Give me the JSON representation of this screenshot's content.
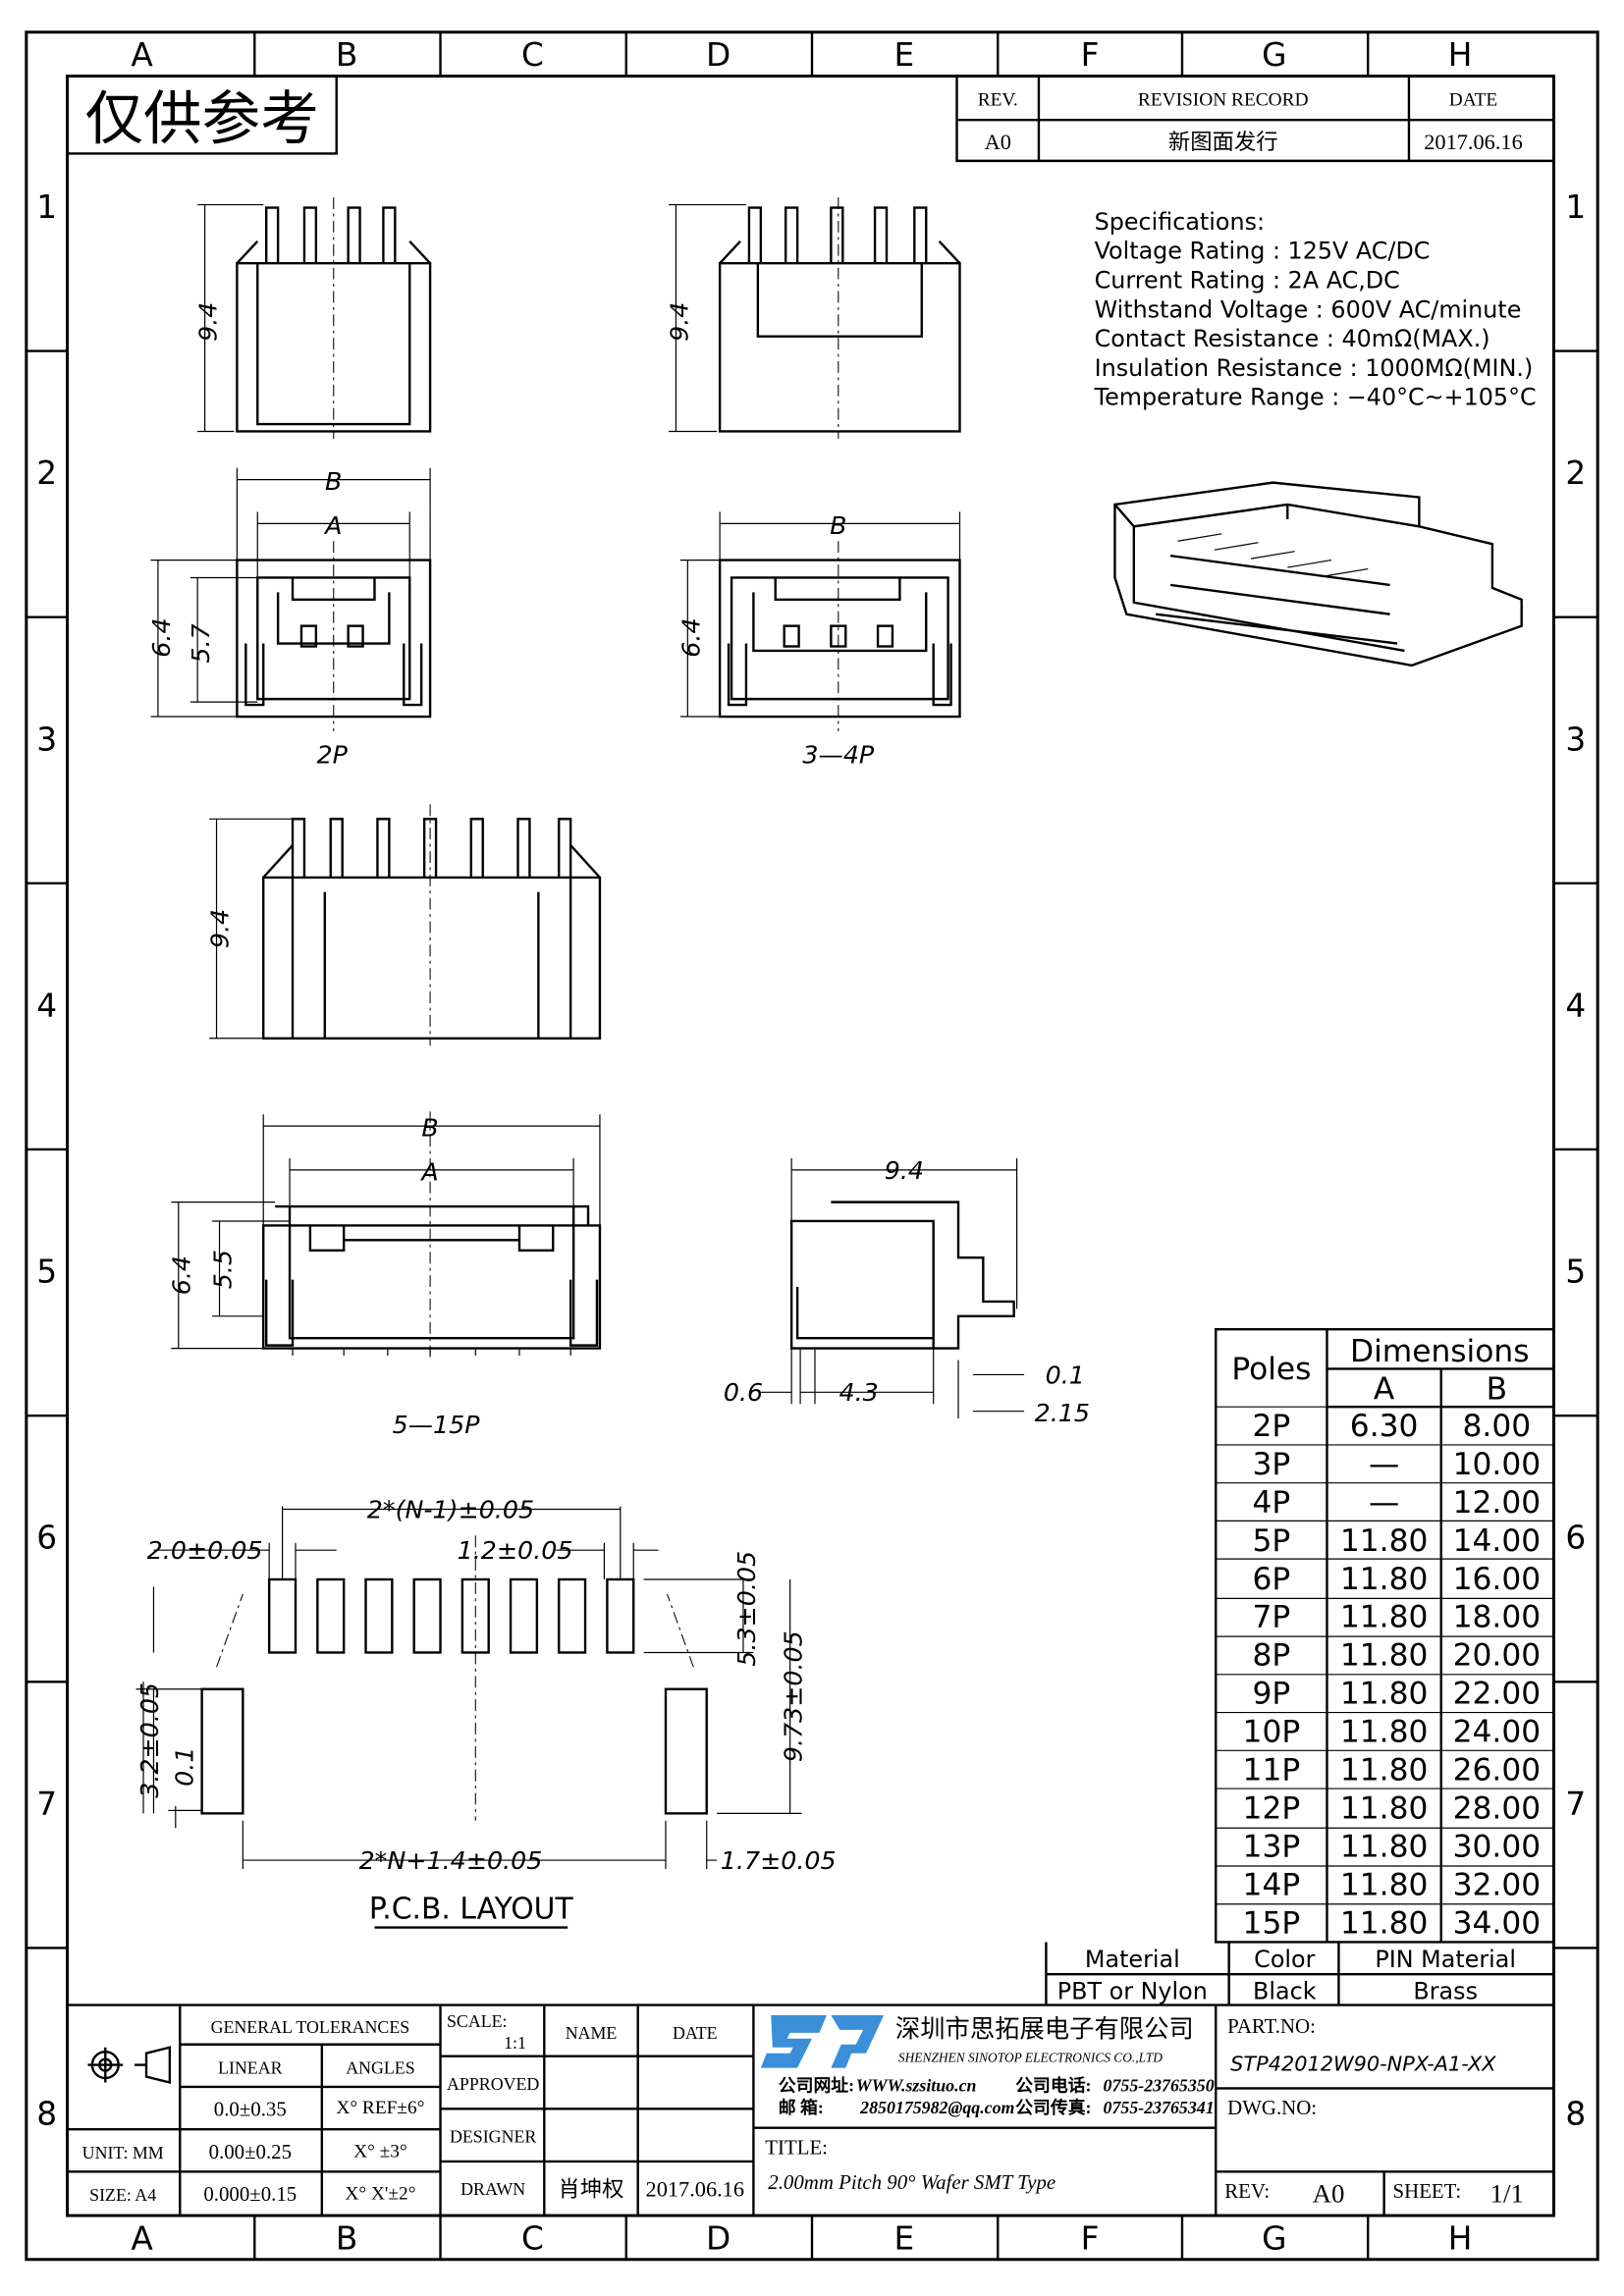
{
  "columns": [
    "A",
    "B",
    "C",
    "D",
    "E",
    "F",
    "G",
    "H"
  ],
  "rows": [
    "1",
    "2",
    "3",
    "4",
    "5",
    "6",
    "7",
    "8"
  ],
  "stamp": "仅供参考",
  "revision": {
    "rev_header": "REV.",
    "record_header": "REVISION RECORD",
    "date_header": "DATE",
    "rev": "A0",
    "record": "新图面发行",
    "date": "2017.06.16"
  },
  "specs": {
    "title": "Specifications:",
    "lines": [
      "Voltage  Rating  :  125V  AC/DC",
      "Current  Rating  :  2A  AC,DC",
      "Withstand  Voltage  :  600V  AC/minute",
      "Contact  Resistance  :  40mΩ(MAX.)",
      "Insulation  Resistance  :  1000MΩ(MIN.)",
      "Temperature  Range  :  −40°C~+105°C"
    ]
  },
  "views": {
    "label_2p": "2P",
    "label_34p": "3—4P",
    "label_515p": "5—15P",
    "pcb_title": "P.C.B.  LAYOUT"
  },
  "dims": {
    "h94": "9.4",
    "B": "B",
    "A": "A",
    "d64": "6.4",
    "d57": "5.7",
    "d55": "5.5",
    "side94": "9.4",
    "d06": "0.6",
    "d43": "4.3",
    "d01": "0.1",
    "d215": "2.15",
    "pitch": "2*(N-1)±0.05",
    "pad_w": "2.0±0.05",
    "pad_gap": "1.2±0.05",
    "pad_h": "5.3±0.05",
    "total_h": "9.73±0.05",
    "mnt_h": "3.2±0.05",
    "mnt_off": "0.1",
    "span": "2*N+1.4±0.05",
    "mnt_w": "1.7±0.05"
  },
  "dimensions_table": {
    "poles_header": "Poles",
    "dimensions_header": "Dimensions",
    "a_header": "A",
    "b_header": "B",
    "rows": [
      {
        "poles": "2P",
        "a": "6.30",
        "b": "8.00"
      },
      {
        "poles": "3P",
        "a": "—",
        "b": "10.00"
      },
      {
        "poles": "4P",
        "a": "—",
        "b": "12.00"
      },
      {
        "poles": "5P",
        "a": "11.80",
        "b": "14.00"
      },
      {
        "poles": "6P",
        "a": "11.80",
        "b": "16.00"
      },
      {
        "poles": "7P",
        "a": "11.80",
        "b": "18.00"
      },
      {
        "poles": "8P",
        "a": "11.80",
        "b": "20.00"
      },
      {
        "poles": "9P",
        "a": "11.80",
        "b": "22.00"
      },
      {
        "poles": "10P",
        "a": "11.80",
        "b": "24.00"
      },
      {
        "poles": "11P",
        "a": "11.80",
        "b": "26.00"
      },
      {
        "poles": "12P",
        "a": "11.80",
        "b": "28.00"
      },
      {
        "poles": "13P",
        "a": "11.80",
        "b": "30.00"
      },
      {
        "poles": "14P",
        "a": "11.80",
        "b": "32.00"
      },
      {
        "poles": "15P",
        "a": "11.80",
        "b": "34.00"
      }
    ]
  },
  "material": {
    "material_header": "Material",
    "color_header": "Color",
    "pin_header": "PIN  Material",
    "material": "PBT  or  Nylon",
    "color": "Black",
    "pin": "Brass"
  },
  "title_block": {
    "general_tolerances": "GENERAL  TOLERANCES",
    "linear": "LINEAR",
    "angles": "ANGLES",
    "lin1": "0.0±0.35",
    "ang1": "X°  REF±6°",
    "unit": "UNIT:  MM",
    "lin2": "0.00±0.25",
    "ang2": "X°  ±3°",
    "size": "SIZE:  A4",
    "lin3": "0.000±0.15",
    "ang3": "X°  X'±2°",
    "scale_label": "SCALE:",
    "scale": "1:1",
    "name": "NAME",
    "date": "DATE",
    "approved": "APPROVED",
    "designer": "DESIGNER",
    "drawn": "DRAWN",
    "drawn_name": "肖坤权",
    "drawn_date": "2017.06.16",
    "logo": "STP",
    "company_cn": "深圳市思拓展电子有限公司",
    "company_en": "SHENZHEN  SINOTOP  ELECTRONICS  CO.,LTD",
    "web_label": "公司网址:",
    "web": "WWW.szsituo.cn",
    "tel_label": "公司电话:",
    "tel": "0755-23765350",
    "mail_label": "邮    箱:",
    "mail": "2850175982@qq.com",
    "fax_label": "公司传真:",
    "fax": "0755-23765341",
    "title_label": "TITLE:",
    "title": "2.00mm  Pitch  90°  Wafer  SMT  Type",
    "part_no_label": "PART.NO:",
    "part_no": "STP42012W90-NPX-A1-XX",
    "dwg_no_label": "DWG.NO:",
    "rev_label": "REV:",
    "rev": "A0",
    "sheet_label": "SHEET:",
    "sheet": "1/1"
  },
  "colors": {
    "logo": "#3a8fd8",
    "line": "#000000"
  }
}
